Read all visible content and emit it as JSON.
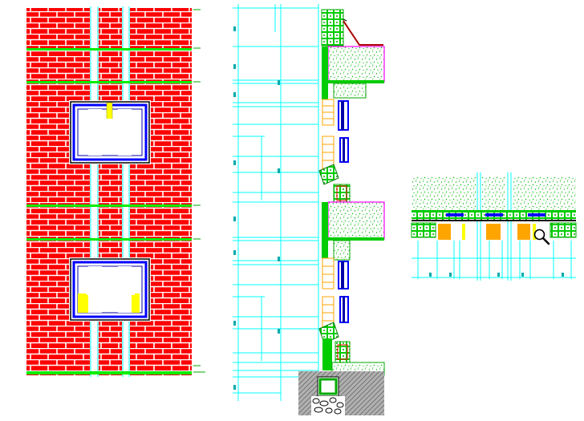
{
  "drawing": {
    "views": [
      {
        "id": "front-elevation",
        "description_visible": false
      },
      {
        "id": "wall-section",
        "description_visible": false
      },
      {
        "id": "plan-detail",
        "description_visible": false
      }
    ],
    "colors": {
      "background": "#ffffff",
      "brick_fill": "#ff0000",
      "mortar": "#ffffff",
      "dimension": "#00ffff",
      "concrete_dots": "#00cc00",
      "insulation_green": "#00ff00",
      "window_frame_blue": "#0000ff",
      "glass_yellow": "#ffff00",
      "timber_orange": "#ffa500",
      "magenta": "#ff00ff",
      "outline": "#000000",
      "ground_grey": "#9a9a9a"
    },
    "cursor_icon": "zoom-in-icon"
  }
}
